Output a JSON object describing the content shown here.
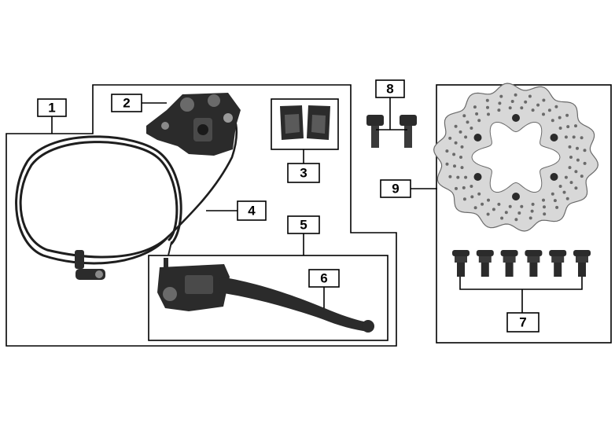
{
  "diagram": {
    "callouts": [
      {
        "id": "1",
        "label": "1",
        "part": "brake-hose-assembly"
      },
      {
        "id": "2",
        "label": "2",
        "part": "brake-caliper"
      },
      {
        "id": "3",
        "label": "3",
        "part": "brake-pads"
      },
      {
        "id": "4",
        "label": "4",
        "part": "brake-hose"
      },
      {
        "id": "5",
        "label": "5",
        "part": "master-cylinder-assembly"
      },
      {
        "id": "6",
        "label": "6",
        "part": "brake-lever"
      },
      {
        "id": "7",
        "label": "7",
        "part": "disc-bolts"
      },
      {
        "id": "8",
        "label": "8",
        "part": "caliper-bolts"
      },
      {
        "id": "9",
        "label": "9",
        "part": "brake-disc"
      }
    ],
    "colors": {
      "line": "#000000",
      "background": "#ffffff",
      "metal_dark": "#2b2b2b",
      "metal_mid": "#6a6a6a",
      "disc_light": "#d8d8d8"
    }
  }
}
